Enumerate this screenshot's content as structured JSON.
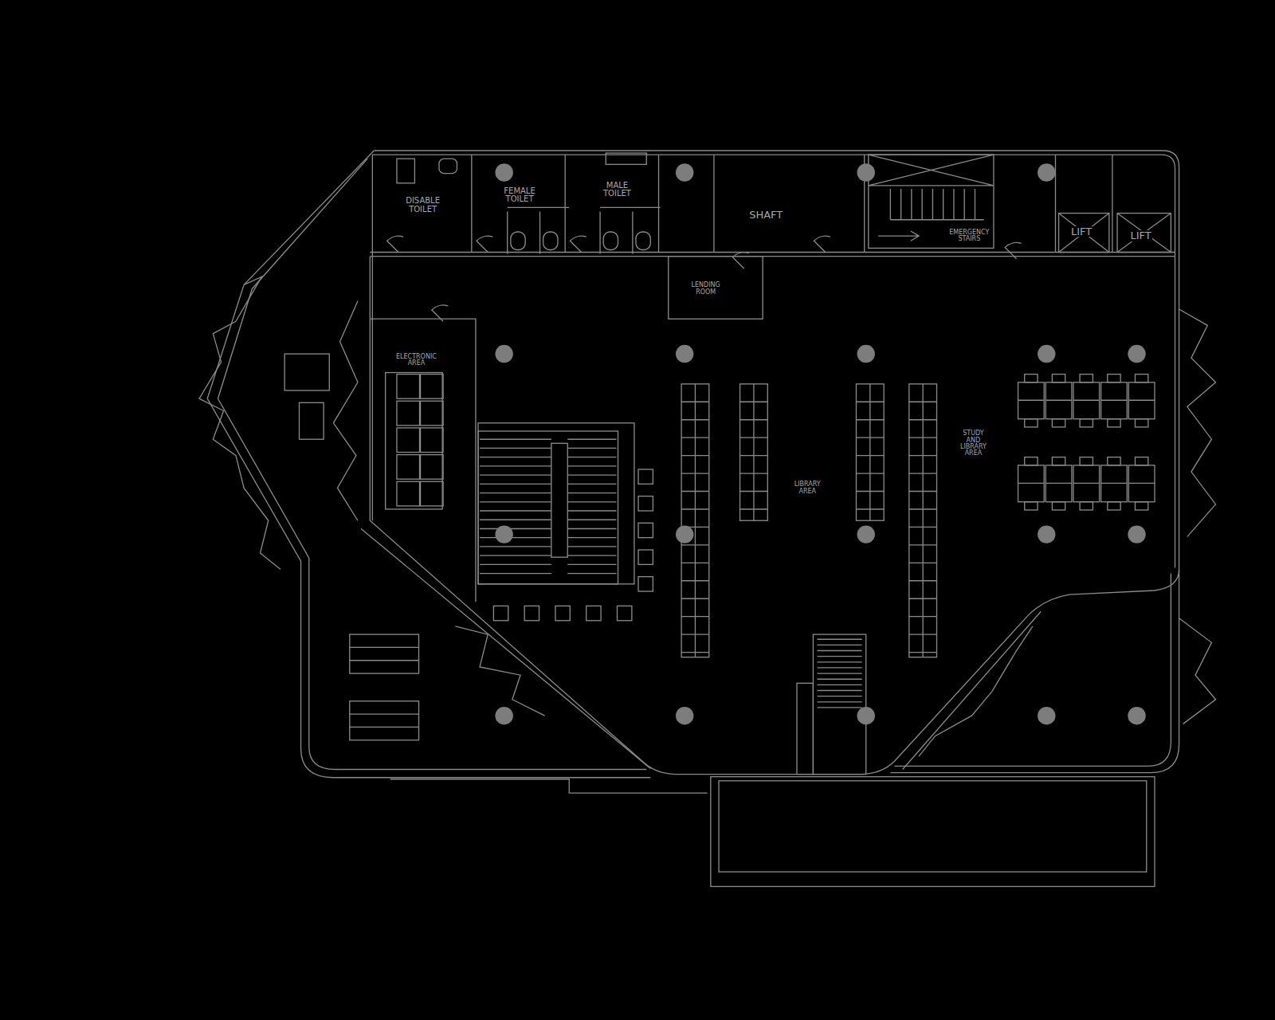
{
  "diagram": {
    "nodes": [
      {
        "text": [
          "DISABLE TOILET"
        ]
      },
      {
        "text": [
          "FEMALE TOILET"
        ]
      },
      {
        "text": [
          "MALE TOILET"
        ]
      },
      {
        "text": [
          "SHAFT"
        ]
      },
      {
        "text": [
          "EMERGENCY STAIRS"
        ]
      },
      {
        "text": [
          "LIFT"
        ]
      },
      {
        "text": [
          "LIFT"
        ]
      },
      {
        "text": [
          "LENDING ROOM"
        ]
      },
      {
        "text": [
          "ELECTRONIC AREA"
        ]
      }
    ],
    "labels": [
      "LIBRARY AREA",
      "STUDY AND LIBRARY AREA"
    ]
  }
}
